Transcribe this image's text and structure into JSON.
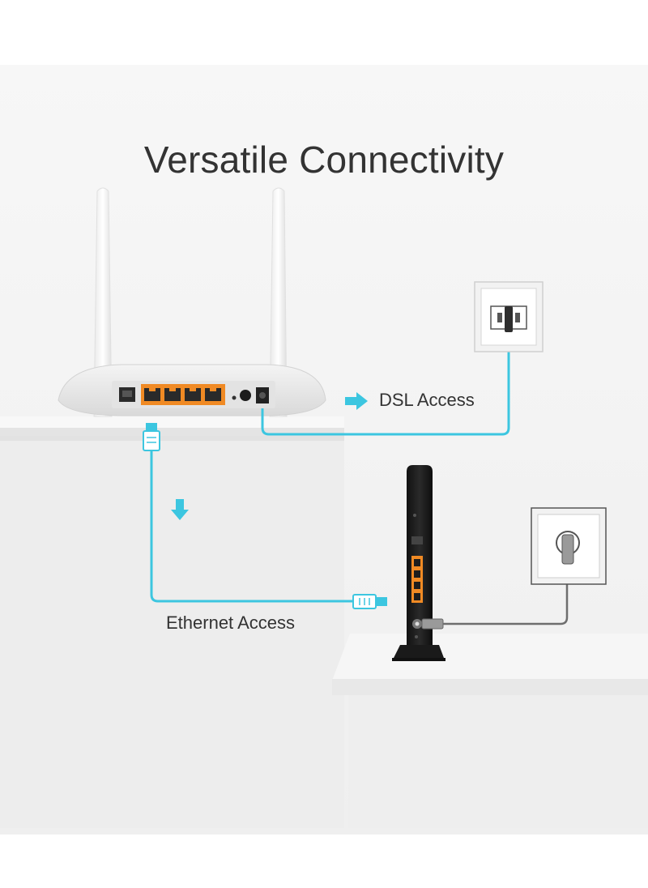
{
  "title": "Versatile Connectivity",
  "labels": {
    "dsl": "DSL Access",
    "ethernet": "Ethernet Access"
  },
  "colors": {
    "accent": "#3cc6e0",
    "text": "#333333",
    "port_orange": "#f08a24",
    "modem_body": "#1d1d1d"
  },
  "icons": {
    "dsl_arrow": "arrow-right-icon",
    "ethernet_arrow": "arrow-down-icon",
    "phone_jack": "phone-wall-jack-icon",
    "cable_socket": "coax-wall-socket-icon"
  }
}
